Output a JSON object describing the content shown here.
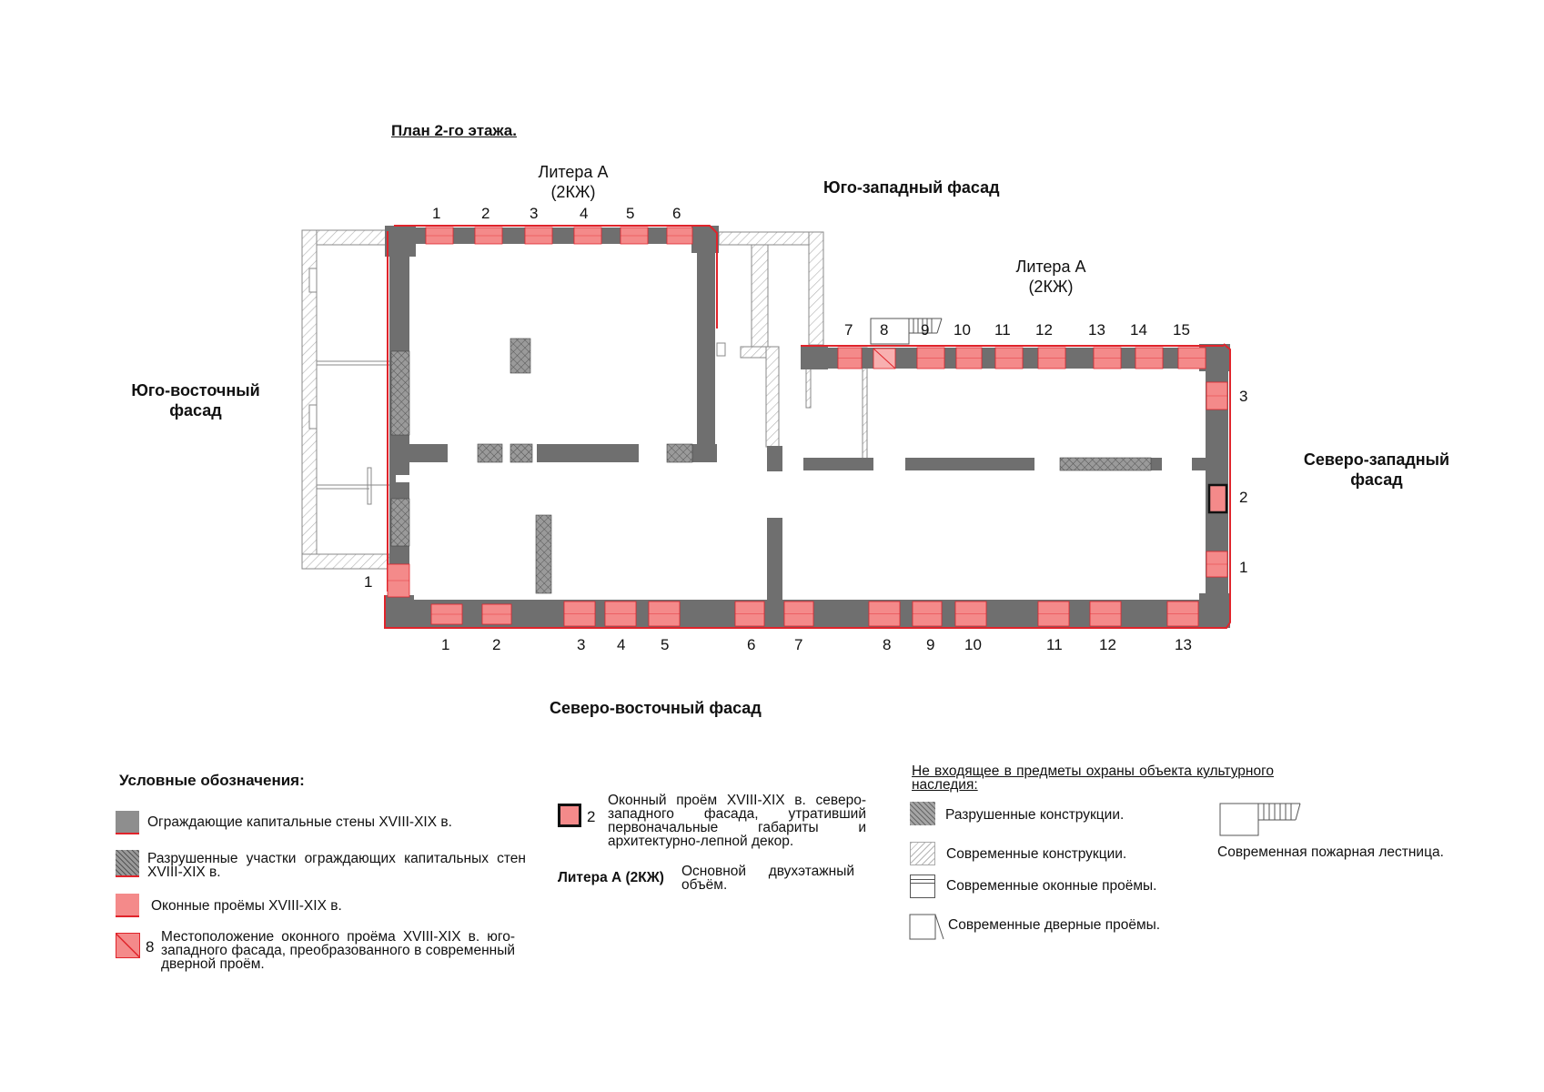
{
  "title": "План 2-го этажа.",
  "litera_a_top": {
    "line1": "Литера А",
    "line2": "(2КЖ)"
  },
  "litera_a_right": {
    "line1": "Литера А",
    "line2": "(2КЖ)"
  },
  "facades": {
    "south_west": "Юго-западный фасад",
    "south_east_line1": "Юго-восточный",
    "south_east_line2": "фасад",
    "north_west_line1": "Северо-западный",
    "north_west_line2": "фасад",
    "north_east": "Северо-восточный фасад"
  },
  "window_numbers": {
    "top_left": [
      "1",
      "2",
      "3",
      "4",
      "5",
      "6"
    ],
    "top_right": [
      "7",
      "8",
      "9",
      "10",
      "11",
      "12",
      "13",
      "14",
      "15"
    ],
    "bottom": [
      "1",
      "2",
      "3",
      "4",
      "5",
      "6",
      "7",
      "8",
      "9",
      "10",
      "11",
      "12",
      "13"
    ],
    "right": [
      "3",
      "2",
      "1"
    ],
    "left": [
      "1"
    ]
  },
  "legend": {
    "heading": "Условные обозначения:",
    "capital_walls": "Ограждающие капитальные стены  XVIII-XIX в.",
    "destroyed_walls": "Разрушенные  участки  ограждающих  капитальных стен  XVIII-XIX в.",
    "window_openings": "Оконные проёмы XVIII-XIX в.",
    "converted_window_number": "8",
    "converted_window": "Местоположение  оконного  проёма  XVIII-XIX  в. юго-западного  фасада,  преобразованного  в современный дверной проём.",
    "lost_window_number": "2",
    "lost_window": "Оконный проём XVIII-XIX в. северо-западного фасада, утративший первоначальные габариты и архитектурно-лепной декор.",
    "litera_label": "Литера А (2КЖ)",
    "litera_desc": "Основной двухэтажный объём.",
    "not_protected": "Не  входящее  в  предметы  охраны  объекта культурного наследия:",
    "destroyed_constructions": "Разрушенные  конструкции.",
    "modern_constructions": "Современные конструкции.",
    "modern_windows": "Современные оконные проёмы.",
    "modern_doors": "Современные дверные проёмы.",
    "fire_stair": "Современная пожарная лестница."
  },
  "colors": {
    "wall": "#6f6f6f",
    "outline": "#e0242b",
    "window": "#f48a8a",
    "modern_hatch": "#b8b8b8"
  }
}
